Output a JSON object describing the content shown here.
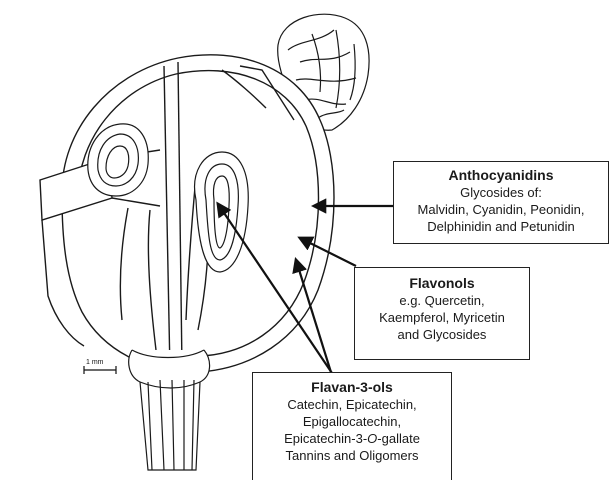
{
  "scale_bar": {
    "label": "1 mm"
  },
  "labels": {
    "anthocyanidins": {
      "title": "Anthocyanidins",
      "lines": [
        "Glycosides of:",
        "Malvidin, Cyanidin, Peonidin,",
        "Delphinidin and Petunidin"
      ]
    },
    "flavonols": {
      "title": "Flavonols",
      "lines": [
        "e.g. Quercetin,",
        "Kaempferol, Myricetin",
        "and Glycosides"
      ]
    },
    "flavan3ols": {
      "title": "Flavan-3-ols",
      "lines": [
        "Catechin, Epicatechin,",
        "Epigallocatechin,",
        "Epicatechin-3-",
        "O",
        "-gallate",
        "Tannins and Oligomers"
      ]
    }
  },
  "colors": {
    "ink": "#1a1a1a",
    "background": "#ffffff"
  }
}
